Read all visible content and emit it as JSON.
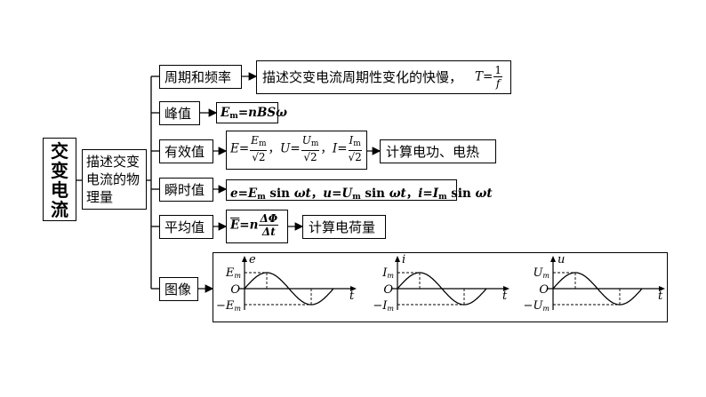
{
  "root": {
    "text": "交变电流"
  },
  "mid": {
    "line1": "描述交变",
    "line2": "电流的物",
    "line3": "理量"
  },
  "branches": {
    "period": {
      "label": "周期和频率",
      "desc": "描述交变电流周期性变化的快慢，",
      "T": "T",
      "eq": "=",
      "num": "1",
      "den": "f"
    },
    "peak": {
      "label": "峰值",
      "E": "E",
      "sub": "m",
      "rest": "=nBSω"
    },
    "effective": {
      "label": "有效值",
      "E": "E",
      "U": "U",
      "I": "I",
      "eq": "=",
      "sep": "，",
      "Em": "E",
      "Um": "U",
      "Im": "I",
      "m": "m",
      "sqrt2": "√2",
      "result": "计算电功、电热"
    },
    "instant": {
      "label": "瞬时值",
      "e": "e",
      "eq": "=",
      "Em": "E",
      "m": "m",
      "sin": " sin ",
      "wt": "ωt",
      "sep": "，",
      "u": "u",
      "Um": "U",
      "i": "i",
      "Im": "I"
    },
    "average": {
      "label": "平均值",
      "Ebar": "E",
      "eq": "=n",
      "num": "ΔΦ",
      "den": "Δt",
      "result": "计算电荷量"
    },
    "graph": {
      "label": "图像",
      "plots": [
        {
          "yaxis": "e",
          "peak": "E",
          "neg": "−E",
          "sub": "m",
          "origin": "O",
          "xaxis": "t"
        },
        {
          "yaxis": "i",
          "peak": "I",
          "neg": "−I",
          "sub": "m",
          "origin": "O",
          "xaxis": "t"
        },
        {
          "yaxis": "u",
          "peak": "U",
          "neg": "−U",
          "sub": "m",
          "origin": "O",
          "xaxis": "t"
        }
      ]
    }
  }
}
